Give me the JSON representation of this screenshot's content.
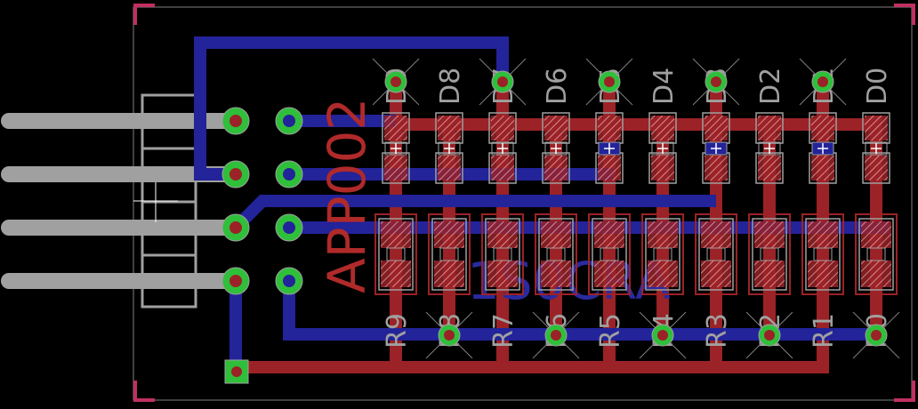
{
  "board": {
    "name_label": "APP002",
    "bottom_text": "1S0CRA",
    "colors": {
      "background": "#000000",
      "top_copper": "#9b2226",
      "bottom_copper": "#23239a",
      "via": "#2fbf3a",
      "outline": "#a0a0a0",
      "corner_marks": "#c03060",
      "labels": "#a0a0a0"
    }
  },
  "leds": [
    "D9",
    "D8",
    "D7",
    "D6",
    "D5",
    "D4",
    "D3",
    "D2",
    "D1",
    "D0"
  ],
  "resistors": [
    "R9",
    "R8",
    "R7",
    "R6",
    "R5",
    "R4",
    "R3",
    "R2",
    "R1",
    "R0"
  ]
}
